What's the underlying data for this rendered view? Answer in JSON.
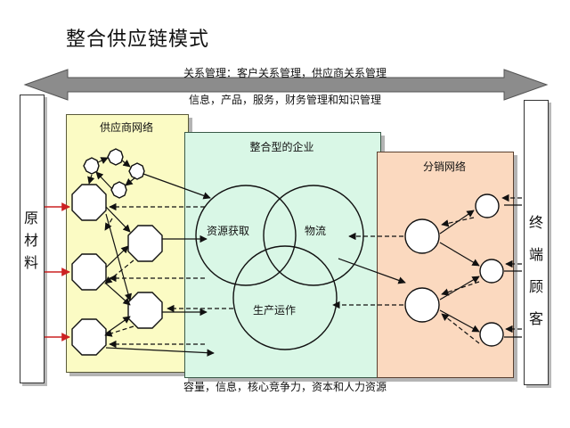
{
  "title": "整合供应链模式",
  "arrow_label_top": "关系管理：客户关系管理，供应商关系管理",
  "arrow_label_bottom": "信息，产品，服务，财务管理和知识管理",
  "bottom_label": "容量，信息，核心竞争力，资本和人力资源",
  "left_bar": "原材料",
  "right_bar": "终端顾客",
  "supplier_network": {
    "title": "供应商网络",
    "fill": "#fbfbc4"
  },
  "enterprise": {
    "title": "整合型的企业",
    "fill": "#d9f7e6",
    "circles": [
      "资源获取",
      "物流",
      "生产运作"
    ]
  },
  "distributor_network": {
    "title": "分销网络",
    "fill": "#fbd9bf"
  },
  "colors": {
    "big_arrow": "#8c8c8c",
    "input_arrows": "#cc2222",
    "lines": "#111111"
  }
}
